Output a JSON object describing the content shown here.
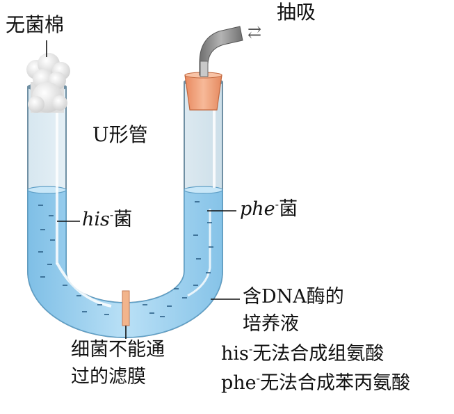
{
  "labels": {
    "cotton": "无菌棉",
    "suction": "抽吸",
    "arrow_symbol": "⇄",
    "tube": "U形管",
    "his_bacteria_prefix": "his",
    "his_bacteria_sup": "-",
    "his_bacteria_suffix": "菌",
    "phe_bacteria_prefix": "phe",
    "phe_bacteria_sup": "-",
    "phe_bacteria_suffix": "菌",
    "medium_line1": "含DNA酶的",
    "medium_line2": "培养液",
    "filter_line1": "细菌不能通",
    "filter_line2": "过的滤膜",
    "note1_prefix": "his",
    "note1_sup": "-",
    "note1_text": "无法合成组氨酸",
    "note2_prefix": "phe",
    "note2_sup": "-",
    "note2_text": "无法合成苯丙氨酸"
  },
  "colors": {
    "liquid": "#a9d6f1",
    "liquid_dark": "#7fbfe6",
    "glass": "#e9f3f8",
    "glass_edge": "#6f8fa3",
    "stopper": "#f3a57f",
    "filter": "#f2b48c",
    "tube_pipe": "#8c8c8c",
    "cotton": "#e6e6e6"
  }
}
